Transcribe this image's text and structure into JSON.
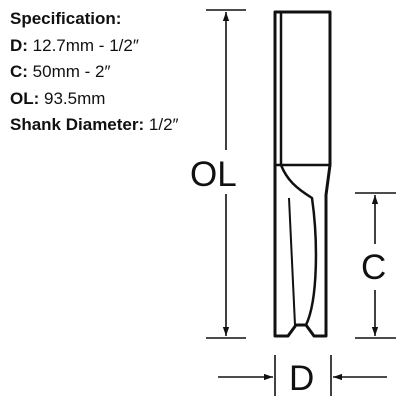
{
  "spec": {
    "title": "Specification:",
    "rows": [
      {
        "key": "D:",
        "value": " 12.7mm - 1/2″"
      },
      {
        "key": "C:",
        "value": " 50mm -  2″"
      },
      {
        "key": "OL:",
        "value": " 93.5mm"
      },
      {
        "key": "Shank Diameter:",
        "value": " 1/2″"
      }
    ]
  },
  "dimensions": {
    "ol": "OL",
    "c": "C",
    "d": "D"
  }
}
